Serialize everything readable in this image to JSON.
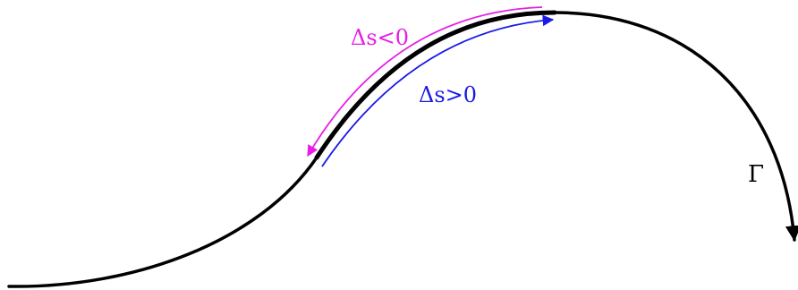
{
  "labels": {
    "negative": "Δs<0",
    "positive": "Δs>0",
    "curve": "Γ"
  },
  "colors": {
    "curve": "#000000",
    "negative": "#e61ee6",
    "positive": "#1a1ae6"
  }
}
